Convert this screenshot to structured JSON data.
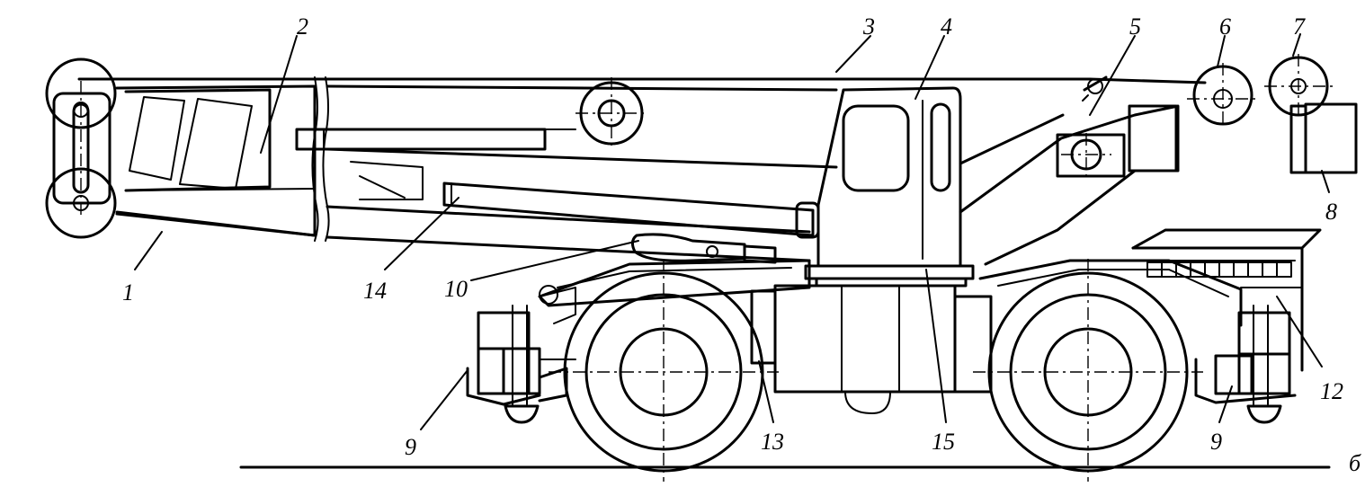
{
  "diagram": {
    "subject": "mobile-crane-side-view",
    "callouts": [
      {
        "id": "c1",
        "label": "1"
      },
      {
        "id": "c2",
        "label": "2"
      },
      {
        "id": "c3",
        "label": "3"
      },
      {
        "id": "c4",
        "label": "4"
      },
      {
        "id": "c5",
        "label": "5"
      },
      {
        "id": "c6",
        "label": "6"
      },
      {
        "id": "c7",
        "label": "7"
      },
      {
        "id": "c8",
        "label": "8"
      },
      {
        "id": "c9a",
        "label": "9"
      },
      {
        "id": "c9b",
        "label": "9"
      },
      {
        "id": "c10",
        "label": "10"
      },
      {
        "id": "c12",
        "label": "12"
      },
      {
        "id": "c13",
        "label": "13"
      },
      {
        "id": "c14",
        "label": "14"
      },
      {
        "id": "c15",
        "label": "15"
      },
      {
        "id": "c6b",
        "label": "б"
      }
    ]
  }
}
